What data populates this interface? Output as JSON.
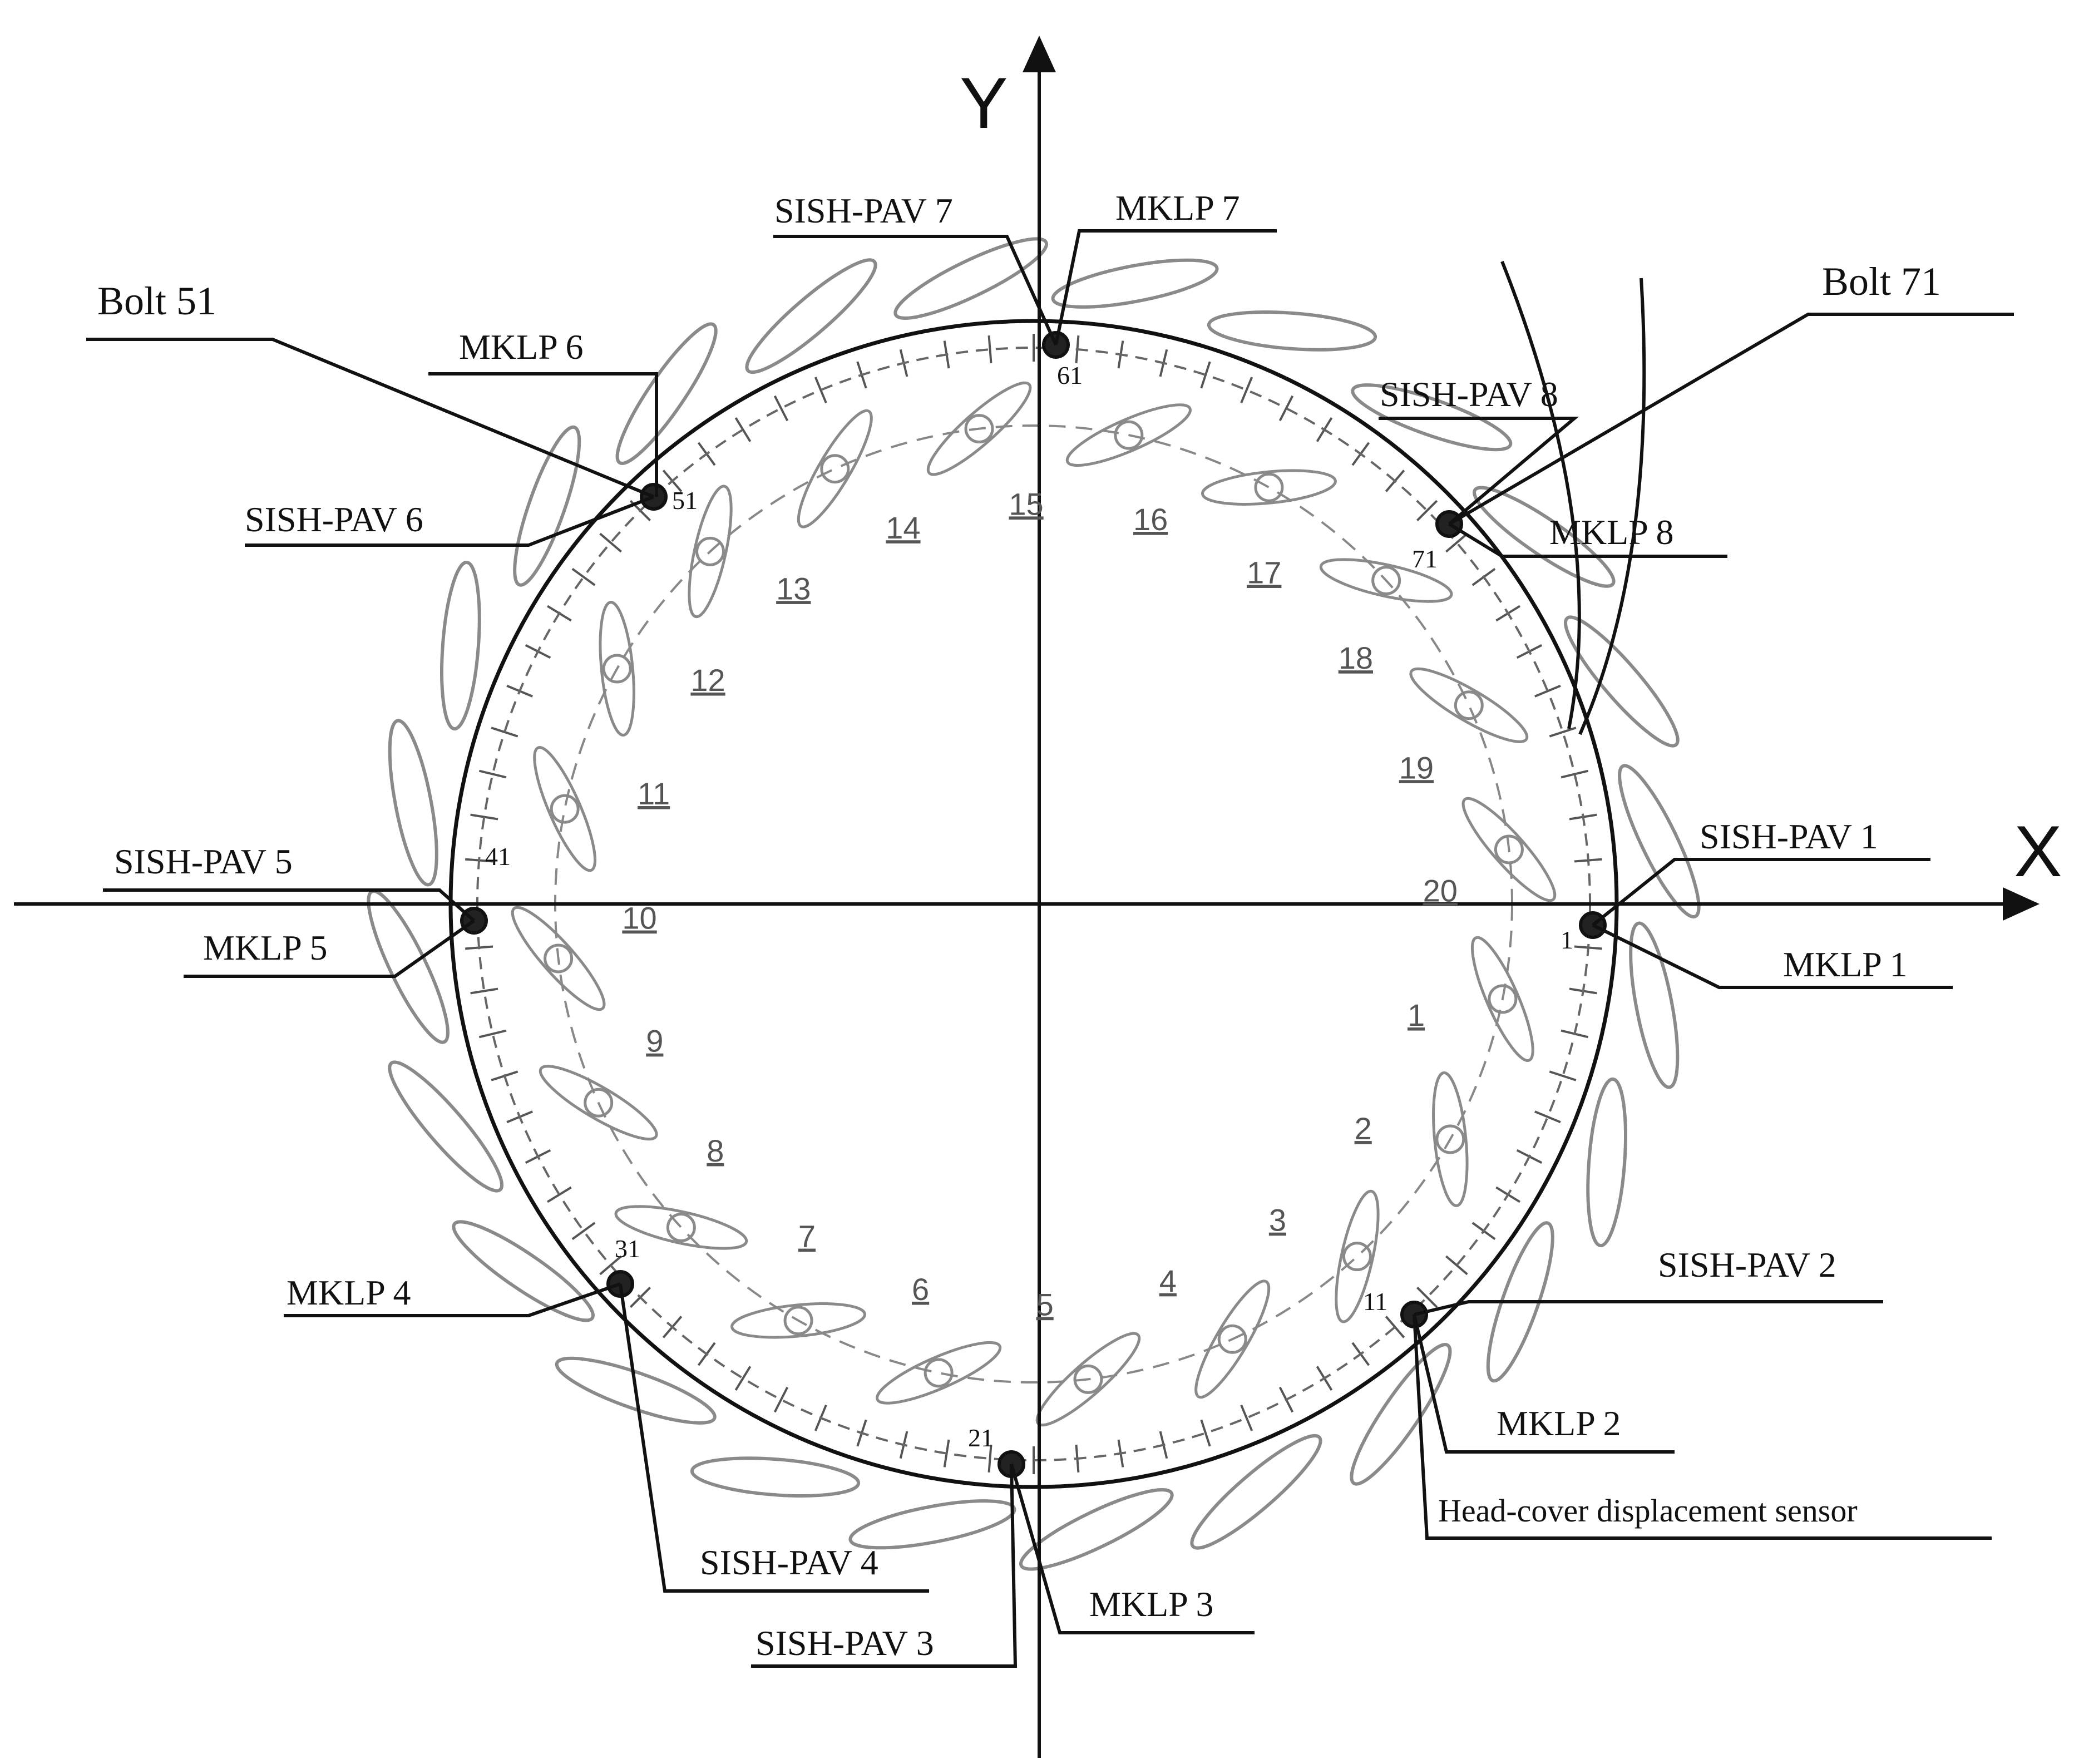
{
  "axes": {
    "x_label": "X",
    "y_label": "Y"
  },
  "sensors": {
    "sish1": "SISH-PAV 1",
    "mklp1": "MKLP 1",
    "sish2": "SISH-PAV 2",
    "mklp2": "MKLP 2",
    "sish3": "SISH-PAV 3",
    "mklp3": "MKLP 3",
    "sish4": "SISH-PAV 4",
    "mklp4": "MKLP 4",
    "sish5": "SISH-PAV 5",
    "mklp5": "MKLP 5",
    "sish6": "SISH-PAV 6",
    "mklp6": "MKLP 6",
    "sish7": "SISH-PAV 7",
    "mklp7": "MKLP 7",
    "sish8": "SISH-PAV 8",
    "mklp8": "MKLP 8",
    "headcover": "Head-cover displacement sensor"
  },
  "bolts": {
    "bolt51": "Bolt 51",
    "bolt71": "Bolt 71"
  },
  "point_numbers": {
    "p1": "1",
    "p11": "11",
    "p21": "21",
    "p31": "31",
    "p41": "41",
    "p51": "51",
    "p61": "61",
    "p71": "71"
  },
  "vane_numbers": [
    "1",
    "2",
    "3",
    "4",
    "5",
    "6",
    "7",
    "8",
    "9",
    "10",
    "11",
    "12",
    "13",
    "14",
    "15",
    "16",
    "17",
    "18",
    "19",
    "20"
  ],
  "colors": {
    "line": "#111111",
    "vane": "#8a8a8a"
  }
}
